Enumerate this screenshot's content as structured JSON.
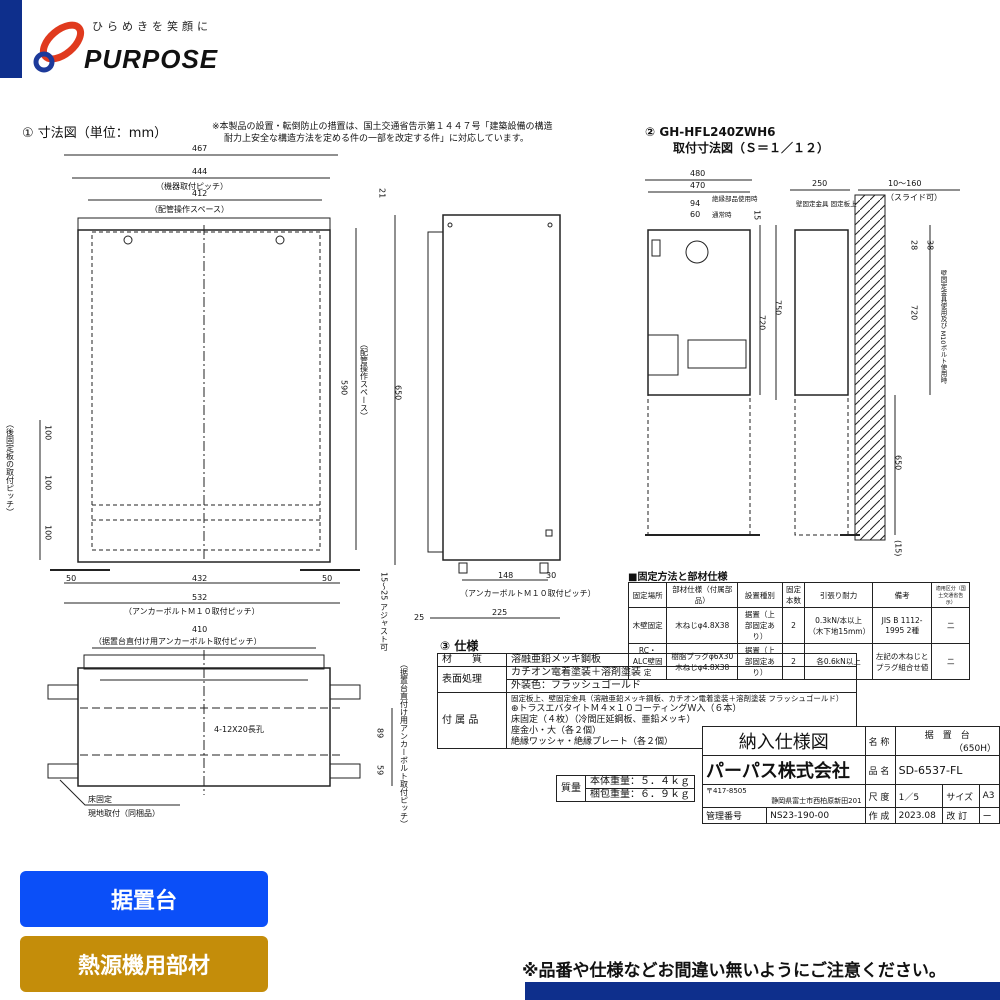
{
  "header": {
    "tagline": "ひらめきを笑顔に",
    "brand": "PURPOSE",
    "colors": {
      "strip": "#0e2f8c",
      "logo_red": "#e03a1e",
      "logo_blue": "#1d3a9a"
    }
  },
  "section1": {
    "title": "① 寸法図（単位：mm）",
    "note_line1": "※本製品の設置・転倒防止の措置は、国土交通省告示第１４４７号「建築設備の構造",
    "note_line2": "耐力上安全な構造方法を定める件の一部を改定する件」に対応しています。",
    "dims": {
      "d467": "467",
      "d444": "444",
      "pitch_device": "（機器取付ピッチ）",
      "d412": "412",
      "pipe_space": "（配管操作スペース）",
      "d21": "21",
      "d590": "590",
      "pipe_space_v": "（配管操作スペース）",
      "d650": "650",
      "d100a": "100",
      "d100b": "100",
      "d100c": "100",
      "rear_pitch": "（後固定板の取付ピッチ）",
      "d50a": "50",
      "d432": "432",
      "d50b": "50",
      "d532": "532",
      "anchor_pitch": "（アンカーボルトＭ１０取付ピッチ）",
      "adjust": "15～25 アジャスト可",
      "d25": "25",
      "d148": "148",
      "d30": "30",
      "anchor_pitch_side": "（アンカーボルトＭ１０取付ピッチ）",
      "d225": "225",
      "d410": "410",
      "direct_pitch": "（据置台直付け用アンカーボルト取付ピッチ）",
      "slot": "4-12X20長孔",
      "d89": "89",
      "d59": "59",
      "direct_pitch_v": "（据置台直付け用アンカーボルト取付ピッチ）",
      "floor_fix": "床固定",
      "field_install": "現地取付（同梱品）"
    }
  },
  "section2": {
    "model": "② GH-HFL240ZWH6",
    "title": "取付寸法図（Ｓ＝１／１２）",
    "dims": {
      "d480": "480",
      "d470": "470",
      "d94": "94",
      "d60": "60",
      "insul": "絶縁部品使用時",
      "normal": "通常時",
      "d15": "15",
      "d720": "720",
      "d750": "750",
      "d250": "250",
      "d10_160": "10～160",
      "slide": "（スライド可）",
      "bracket": "壁固定金具 固定板上",
      "d28": "28",
      "d38": "38",
      "d720b": "720",
      "d650": "650",
      "dp15": "(15)",
      "bolt_note": "壁固定金具使用及び M10ボルト使用時"
    }
  },
  "fixing_table": {
    "title": "■固定方法と部材仕様",
    "headers": [
      "固定場所",
      "部材仕様（付属部品）",
      "設置種別",
      "固定本数",
      "引張り耐力",
      "備考",
      "適用区分（国土交通省告示）"
    ],
    "rows": [
      [
        "木壁固定",
        "木ねじφ4.8X38",
        "据置（上部固定あり）",
        "2",
        "0.3kN/本以上（木下地15mm）",
        "JIS B 1112-1995 2種",
        "二"
      ],
      [
        "RC・ALC壁固定",
        "樹脂プラグφ6X30 木ねじφ4.8X38",
        "据置（上部固定あり）",
        "2",
        "各0.6kN以上",
        "左記の木ねじとプラグ組合せ値",
        "二"
      ]
    ]
  },
  "spec": {
    "title": "③ 仕様",
    "material_label": "材　　質",
    "material": "溶融亜鉛メッキ鋼板",
    "surface_label": "表面処理",
    "surface": [
      "カチオン電着塗装＋溶剤塗装",
      "外装色：フラッシュゴールド"
    ],
    "accessory_label": "付 属 品",
    "accessories": [
      "固定板上、壁固定金具（溶融亜鉛メッキ鋼板、カチオン電着塗装＋溶剤塗装 フラッシュゴールド）",
      "⊕トラスエバタイトＭ４×１０コーティングＷ入（６本）",
      "床固定（４枚）（冷間圧延鋼板、亜鉛メッキ）",
      "座金小・大（各２個）",
      "絶縁ワッシャ・絶縁プレート（各２個）"
    ],
    "mass_label": "質量",
    "mass": [
      "本体重量：５．４ｋｇ",
      "梱包重量：６．９ｋｇ"
    ]
  },
  "title_block": {
    "doc_title": "納入仕様図",
    "company": "パーパス株式会社",
    "postal": "〒417-8505",
    "address": "静岡県富士市西柏原新田201",
    "name_label": "名 称",
    "name": "据　置　台",
    "name_sub": "（650H）",
    "part_label": "品 名",
    "part": "SD-6537-FL",
    "scale_label": "尺 度",
    "scale": "1／5",
    "size_label": "サイズ",
    "size": "A3",
    "mgmt_label": "管理番号",
    "mgmt": "NS23-190-00",
    "made_label": "作 成",
    "made": "2023.08",
    "rev_label": "改 訂",
    "rev": "ー"
  },
  "buttons": {
    "stand": "据置台",
    "parts": "熱源機用部材",
    "colors": {
      "stand": "#0b4ff8",
      "parts": "#c48d0a"
    }
  },
  "notice": "※品番や仕様などお間違い無いようにご注意ください。"
}
